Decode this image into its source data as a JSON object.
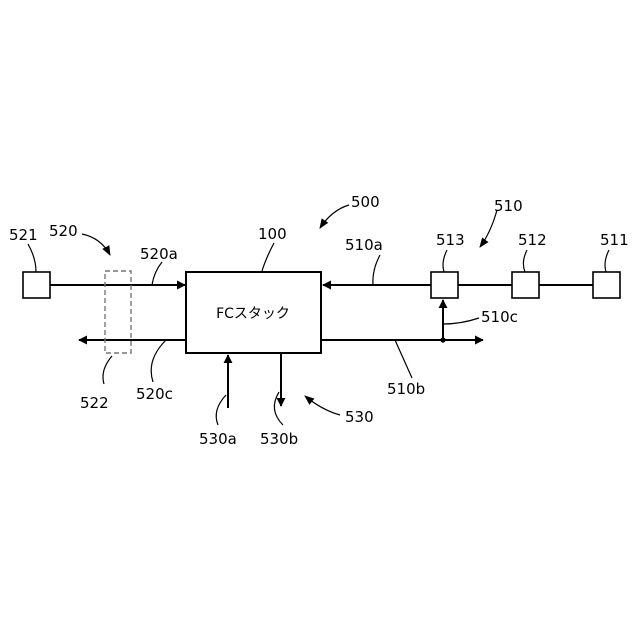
{
  "fc_stack": {
    "ref": "100",
    "label": "FCスタック"
  },
  "system": {
    "ref": "500"
  },
  "gas_supply": {
    "ref": "510",
    "components": [
      {
        "ref": "511"
      },
      {
        "ref": "512"
      },
      {
        "ref": "513"
      }
    ],
    "supply_line": "510a",
    "exhaust_line": "510b",
    "return_line": "510c"
  },
  "oxidant_supply": {
    "ref": "520",
    "component": "521",
    "supply_line": "520a",
    "exhaust_line": "520c",
    "optional_component": "522"
  },
  "coolant": {
    "ref": "530",
    "inlet": "530a",
    "outlet": "530b"
  }
}
